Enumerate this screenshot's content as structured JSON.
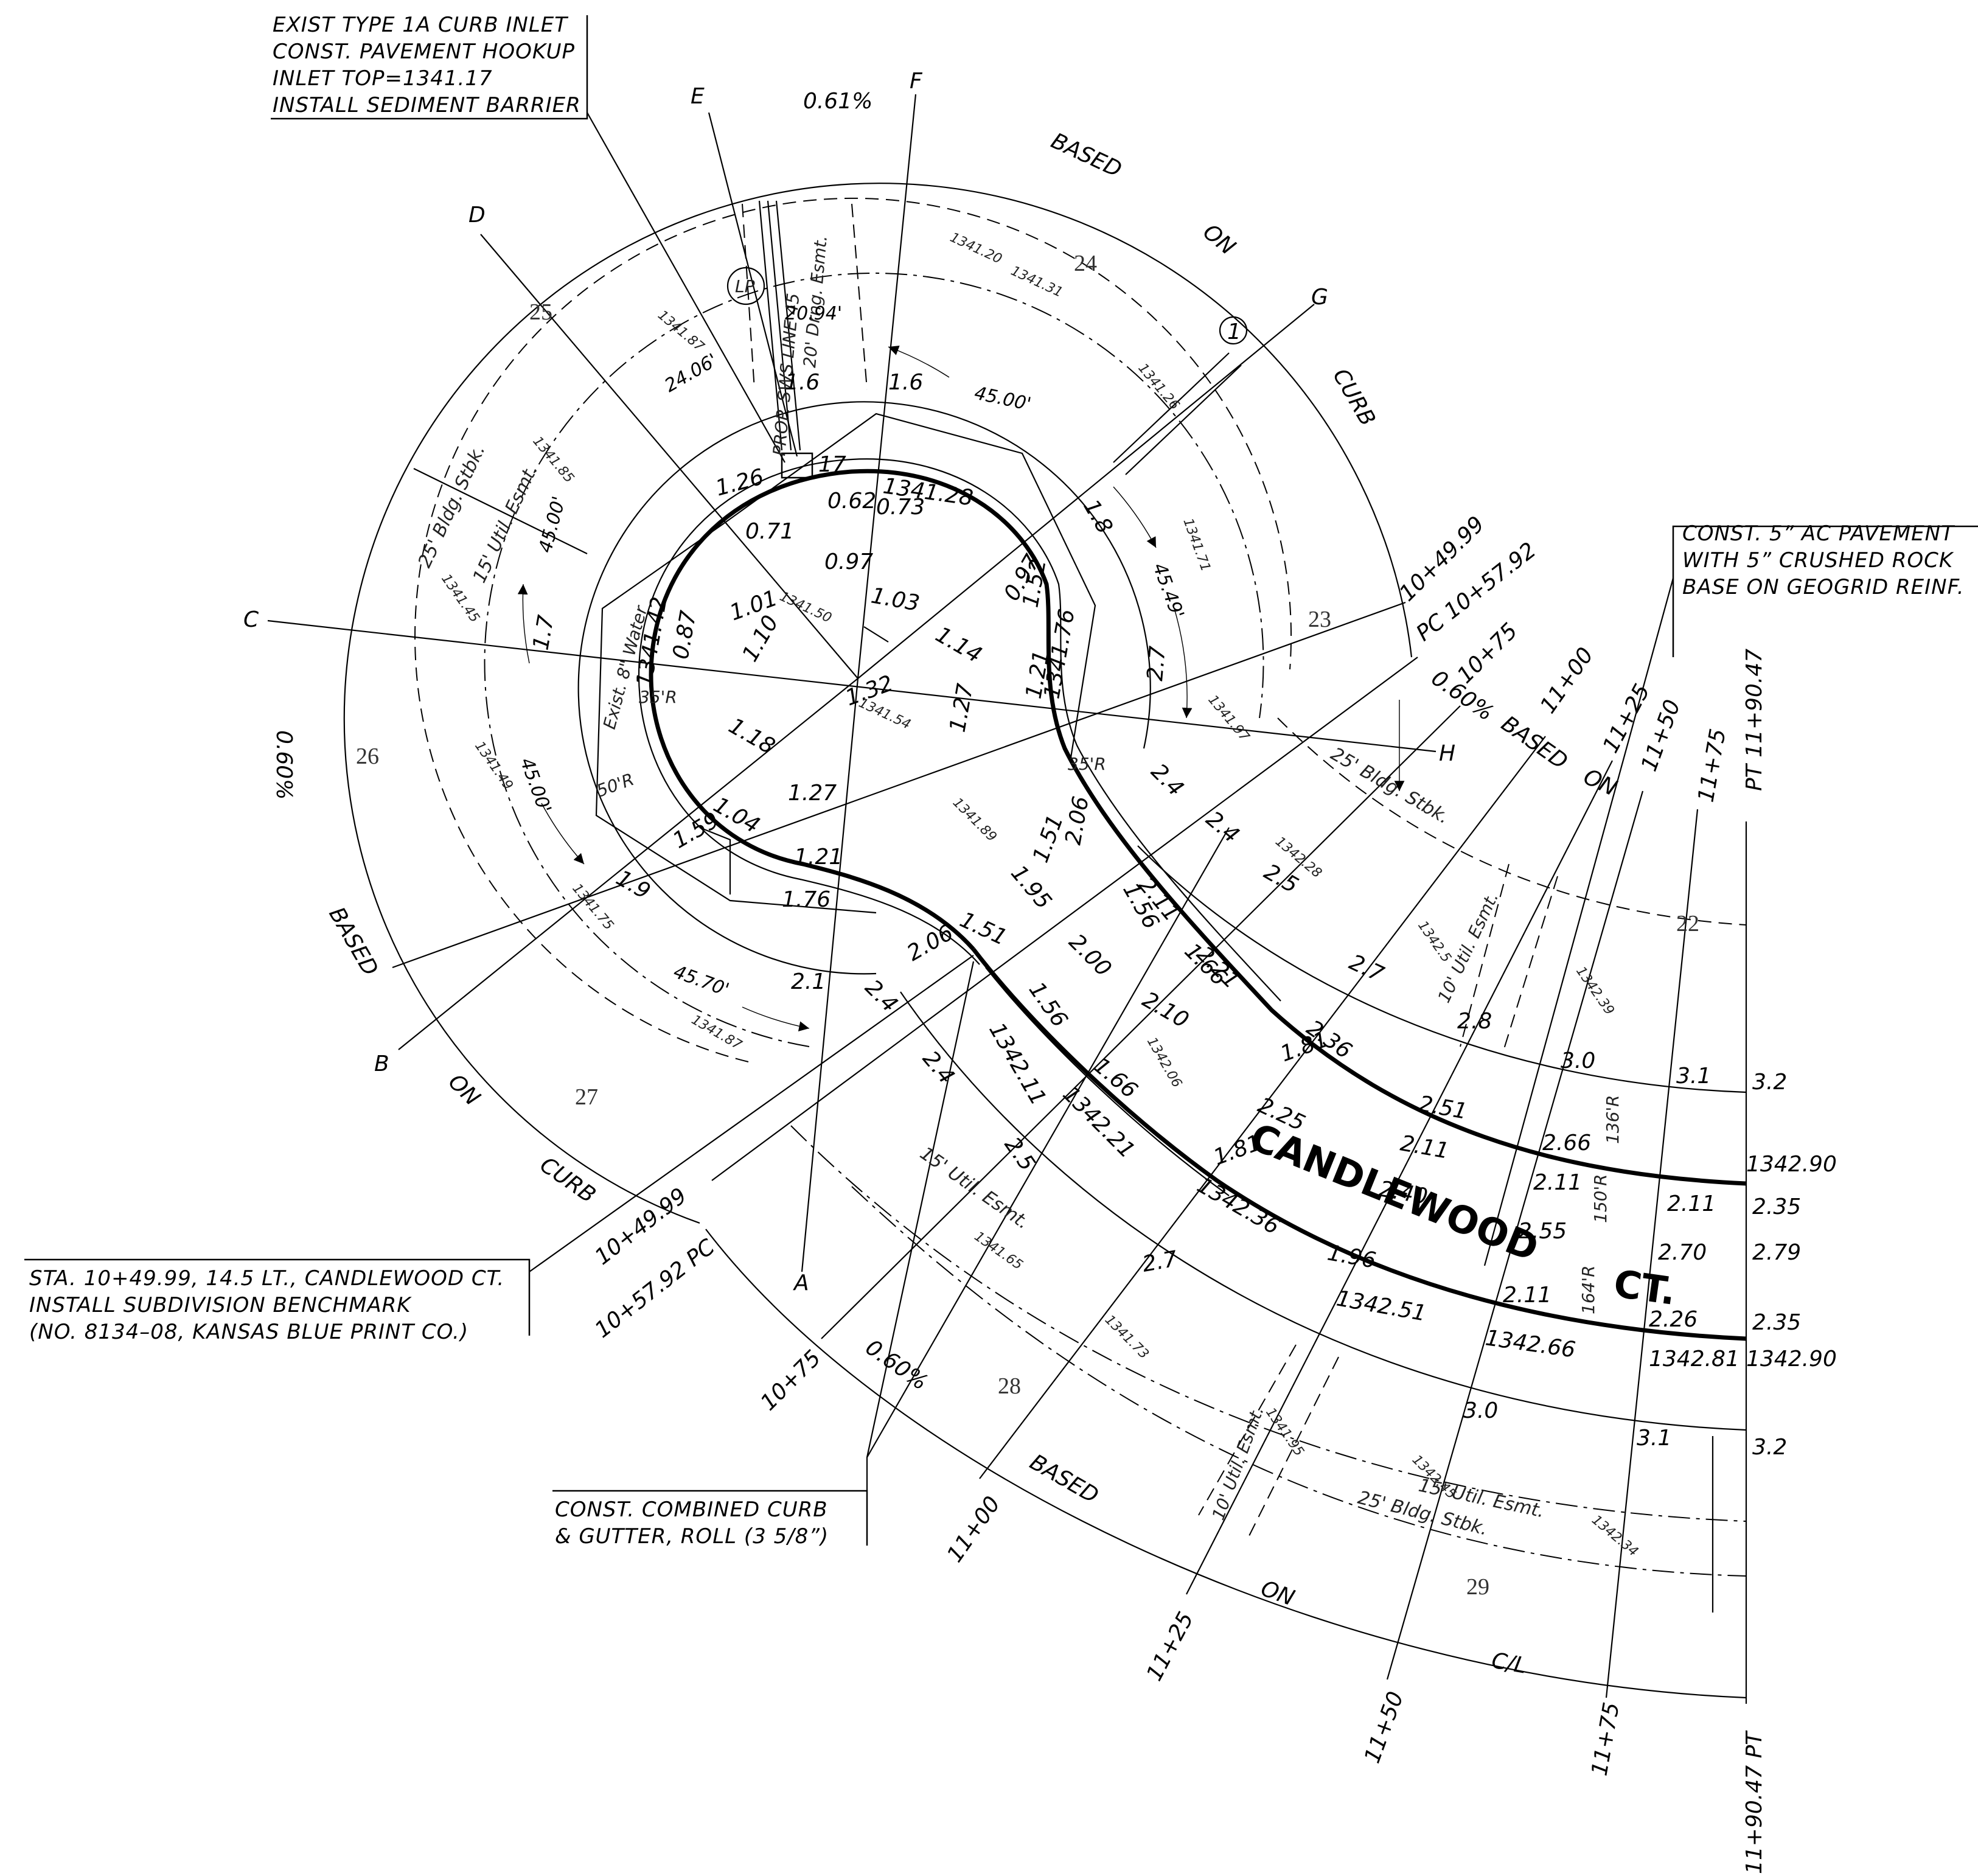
{
  "colors": {
    "ink": "#000000",
    "paper": "#ffffff"
  },
  "notes": {
    "inlet": [
      "EXIST TYPE 1A CURB INLET",
      "CONST. PAVEMENT HOOKUP",
      "INLET TOP=1341.17",
      "INSTALL SEDIMENT BARRIER"
    ],
    "pavement": [
      "CONST. 5” AC PAVEMENT",
      "WITH 5” CRUSHED ROCK",
      "BASE ON GEOGRID REINF."
    ],
    "benchmark": [
      "STA. 10+49.99, 14.5 LT., CANDLEWOOD CT.",
      "INSTALL SUBDIVISION BENCHMARK",
      "(NO. 8134–08, KANSAS BLUE PRINT CO.)"
    ],
    "curb": [
      "CONST. COMBINED CURB",
      "& GUTTER, ROLL (3 5/8”)"
    ]
  },
  "street_name": {
    "main": "CANDLEWOOD",
    "suffix": "CT."
  },
  "section_letters": [
    "A",
    "B",
    "C",
    "D",
    "E",
    "F",
    "G",
    "H"
  ],
  "lots": [
    "22",
    "23",
    "24",
    "25",
    "26",
    "27",
    "28",
    "29"
  ],
  "stations": {
    "s1049": "10+49.99",
    "pc_top": "PC 10+57.92",
    "pc_bot": "10+57.92 PC",
    "s1075": "10+75",
    "s1100": "11+00",
    "s1125": "11+25",
    "s1150": "11+50",
    "s1175": "11+75",
    "pt_top": "PT 11+90.47",
    "pt_bot": "11+90.47 PT"
  },
  "grades": {
    "g061": "0.61%",
    "g060": "0.60%"
  },
  "based_on_curb": [
    "BASED",
    "ON",
    "CURB"
  ],
  "based_on_cl": [
    "BASED",
    "ON",
    "C/L"
  ],
  "circle_marker": "1",
  "lp_marker": "LP",
  "right_edge_values": [
    "3.2",
    "1342.90",
    "2.35",
    "2.79",
    "2.35",
    "1342.90",
    "3.2"
  ],
  "street_values": [
    "1342.81",
    "2.70",
    "2.26",
    "2.11",
    "2.11",
    "2.55",
    "2.66",
    "2.11",
    "3.1",
    "3.0",
    "2.8",
    "2.51",
    "2.40",
    "2.11",
    "1.96",
    "1342.51",
    "1342.66",
    "3.0",
    "3.1",
    "136'R",
    "150'R",
    "164'R"
  ],
  "cul_de_sac_values": [
    "1341.28",
    "1341.76",
    "1341.42",
    "0.62",
    "0.73",
    "0.71",
    "0.97",
    "0.97",
    "1.03",
    "1.14",
    "1.01",
    "1.10",
    "1.32",
    "1.27",
    "1.18",
    "1.21",
    "1.27",
    "1.04",
    "1.59",
    "1.21",
    "1.76",
    "1.26",
    "1.52",
    "0.87",
    "2.06",
    "1.51",
    "1.51",
    "1.95",
    "2.00",
    "1.56",
    "2.06",
    "1.56",
    "1.66",
    "1.66",
    "1.81",
    "1.81",
    "2.21",
    "2.11",
    "2.36",
    "2.25",
    "2.10",
    "1342.11",
    "1342.21",
    "1342.36",
    "35'R",
    "35'R",
    "50'R",
    "17"
  ],
  "ring_values": [
    "1.6",
    "1.6",
    "1.8",
    "2.7",
    "2.4",
    "2.4",
    "2.5",
    "2.7",
    "1.7",
    "1.9",
    "2.1",
    "2.4",
    "2.4",
    "2.5",
    "2.7",
    "45.00'",
    "24.06'",
    "45.00'",
    "45.49'",
    "45.00'",
    "45.70'",
    "20.94'"
  ],
  "small_elevations": [
    "1341.20",
    "1341.31",
    "1341.87",
    "1341.26",
    "1341.71",
    "1341.97",
    "1342.28",
    "1342.39",
    "1341.85",
    "1341.45",
    "1341.49",
    "1341.75",
    "1341.87",
    "1341.89",
    "1341.65",
    "1341.73",
    "1341.95",
    "1342.45",
    "1342.34",
    "1342.5",
    "1341.54",
    "1341.50",
    "1342.06"
  ],
  "easements": {
    "util15": "15' Util. Esmt.",
    "bldg25": "25' Bldg. Stbk.",
    "util10": "10' Util. Esmt.",
    "drng": "20' Drng. Esmt.",
    "sws": "PROP. SWS LINE 45",
    "water": "Exist. 8\" Water"
  }
}
